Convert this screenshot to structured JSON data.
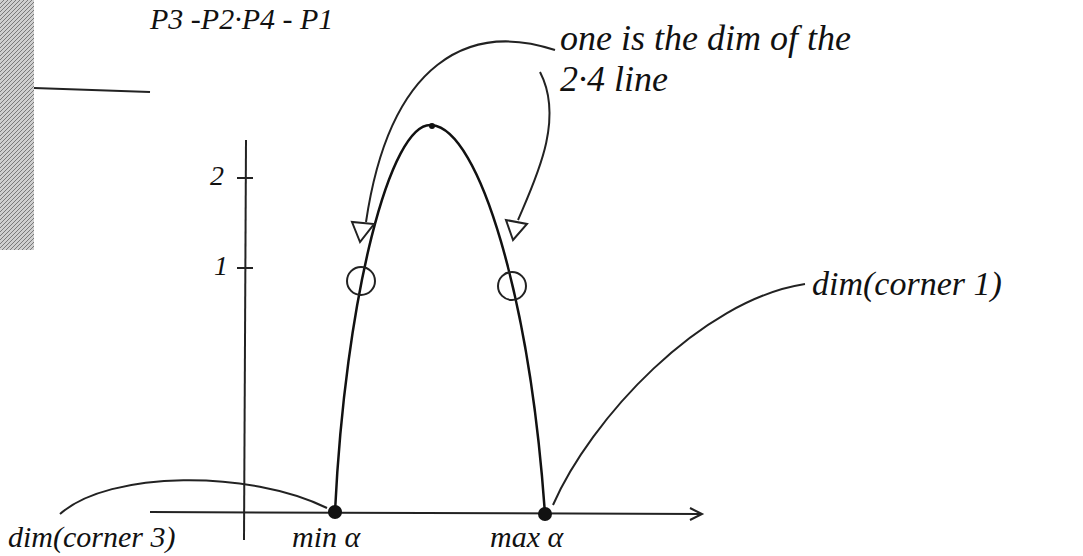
{
  "diagram": {
    "labels": [
      "P3 -P2·P4 - P1",
      "one is the dim of the 2·4 line",
      "2",
      "1",
      "dim(corner 1)",
      "min α",
      "max α",
      "dim(corner 3)"
    ]
  }
}
